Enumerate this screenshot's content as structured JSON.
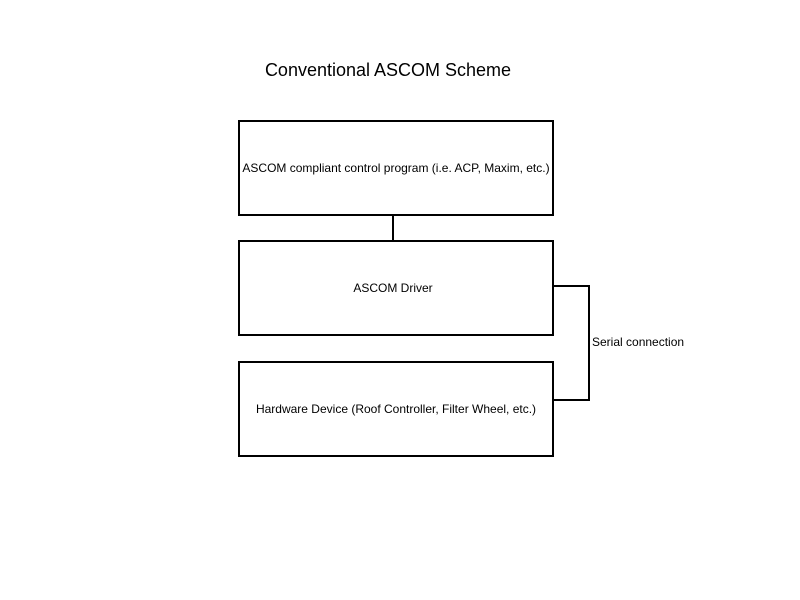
{
  "diagram": {
    "title": "Conventional ASCOM Scheme",
    "boxes": {
      "program": "ASCOM compliant control program (i.e. ACP, Maxim, etc.)",
      "driver": "ASCOM Driver",
      "hardware": "Hardware Device (Roof Controller, Filter Wheel, etc.)"
    },
    "connections": {
      "serial_label": "Serial connection"
    },
    "colors": {
      "line": "#000000",
      "background": "#ffffff",
      "text": "#000000"
    }
  }
}
